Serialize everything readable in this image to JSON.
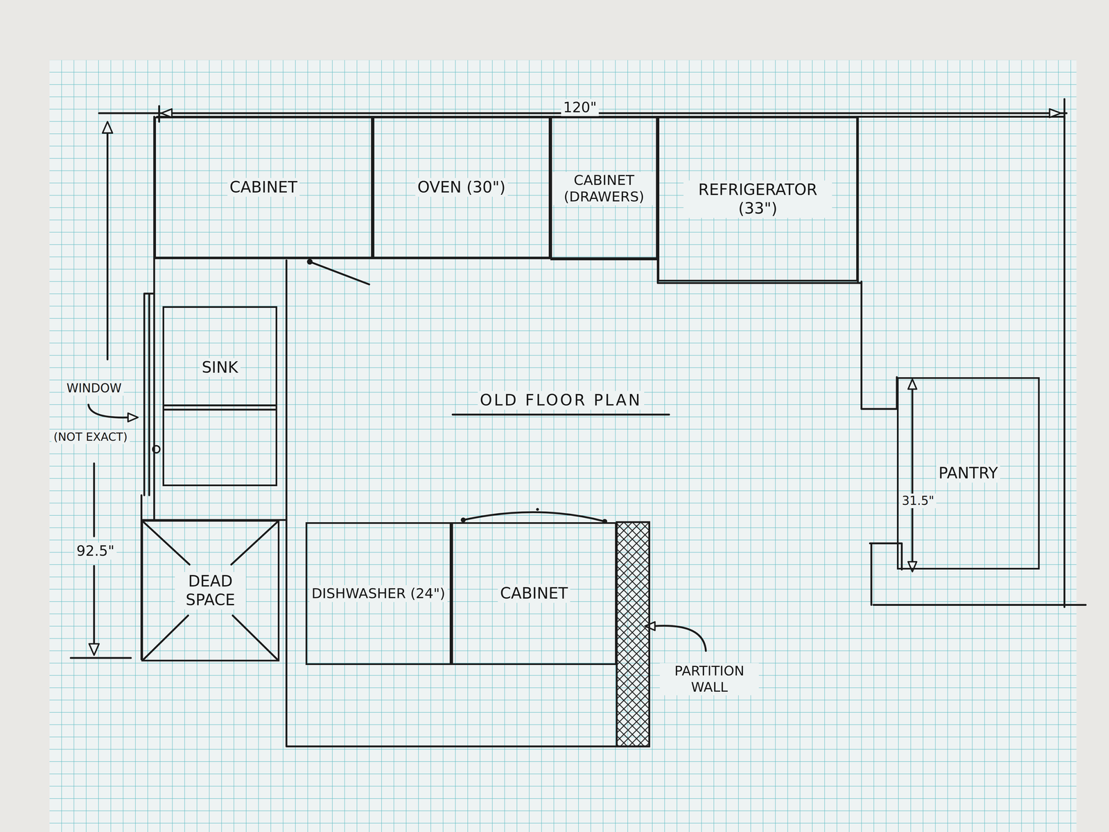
{
  "diagram": {
    "title": "OLD FLOOR PLAN",
    "nodes": [
      {
        "text": [
          "CABINET"
        ]
      },
      {
        "text": [
          "OVEN (30\")"
        ]
      },
      {
        "text": [
          "CABINET (DRAWERS)"
        ]
      },
      {
        "text": [
          "REFRIGERATOR (33\")"
        ]
      },
      {
        "text": [
          "SINK"
        ]
      },
      {
        "text": [
          "DEAD SPACE"
        ]
      },
      {
        "text": [
          "DISHWASHER (24\")"
        ]
      },
      {
        "text": [
          "CABINET"
        ]
      },
      {
        "text": [
          "PANTRY"
        ]
      }
    ],
    "labels": [
      "120\"",
      "WINDOW",
      "(NOT EXACT)",
      "92.5\"",
      "31.5\"",
      "PARTITION WALL"
    ]
  }
}
